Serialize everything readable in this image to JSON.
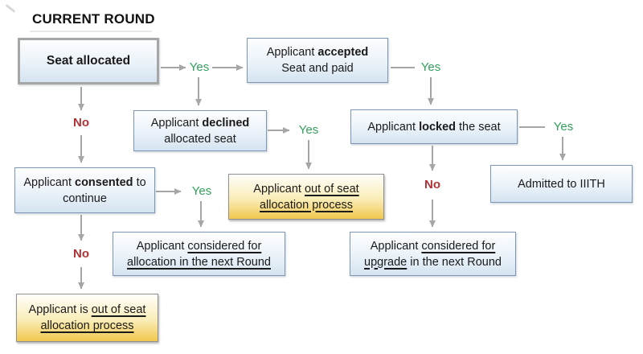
{
  "title": "CURRENT ROUND",
  "labels": {
    "yes": "Yes",
    "no": "No"
  },
  "colors": {
    "yes_green": "#33A05C",
    "no_red": "#B03235",
    "arrow_gray": "#A6A6A6",
    "node_border_blue": "#7D96B3",
    "node_fill_top": "#FDFEFF",
    "node_fill_bottom": "#D5E4F1",
    "start_border_gray": "#A6A6A6",
    "terminal_border": "#909090",
    "terminal_fill_top": "#FFFEFA",
    "terminal_fill_bottom": "#F1C84E"
  },
  "nodes": {
    "seat_allocated": {
      "text": "Seat allocated"
    },
    "accepted": {
      "pre": "Applicant",
      "bold": "accepted",
      "line2": "Seat and paid"
    },
    "declined": {
      "pre": "Applicant",
      "bold": "declined",
      "line2": "allocated seat"
    },
    "locked": {
      "pre": "Applicant",
      "bold": "locked",
      "post": "the seat"
    },
    "consented": {
      "pre": "Applicant",
      "bold": "consented",
      "post": "to",
      "line2": "continue"
    },
    "out_of_process": {
      "pre": "Applicant",
      "underline1": "out of seat",
      "underline2": "allocation process"
    },
    "admitted": {
      "text": "Admitted to IIITH"
    },
    "next_round_allocation": {
      "pre": "Applicant",
      "underline1": "considered for",
      "underline2": "allocation in the next Round"
    },
    "next_round_upgrade": {
      "pre": "Applicant",
      "underline1": "considered for",
      "underline2": "upgrade",
      "post2": "in the next Round"
    },
    "is_out_of_process": {
      "pre": "Applicant is",
      "underline1": "out of seat",
      "underline2": "allocation process"
    }
  }
}
